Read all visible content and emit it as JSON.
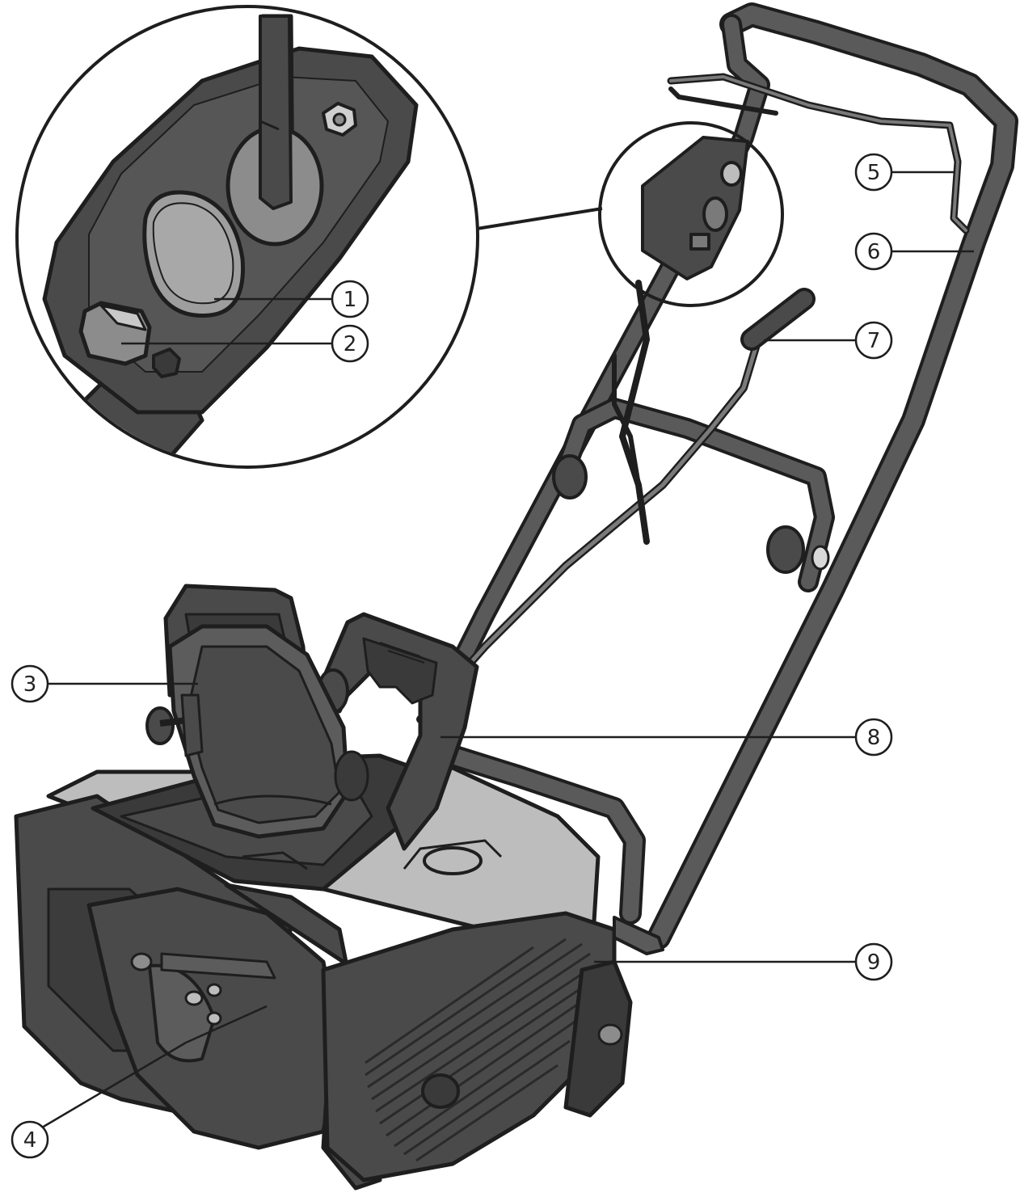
{
  "diagram": {
    "subject": "snow-thrower-parts",
    "colors": {
      "outline": "#1e1e1e",
      "body_dark": "#4a4a4a",
      "body_mid": "#5c5c5c",
      "body_light": "#bdbdbd",
      "highlight": "#d8d8d8",
      "background": "#ffffff"
    },
    "callouts": [
      {
        "id": "1",
        "label": "1"
      },
      {
        "id": "2",
        "label": "2"
      },
      {
        "id": "3",
        "label": "3"
      },
      {
        "id": "4",
        "label": "4"
      },
      {
        "id": "5",
        "label": "5"
      },
      {
        "id": "6",
        "label": "6"
      },
      {
        "id": "7",
        "label": "7"
      },
      {
        "id": "8",
        "label": "8"
      },
      {
        "id": "9",
        "label": "9"
      }
    ]
  }
}
